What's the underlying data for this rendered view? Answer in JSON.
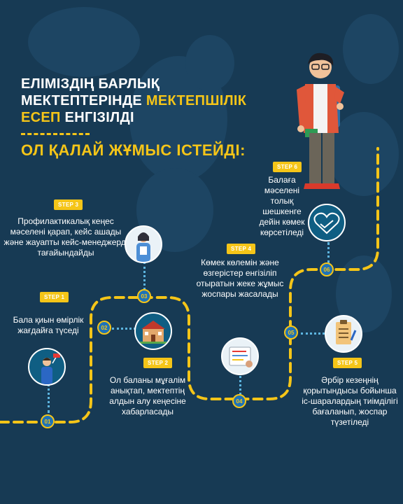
{
  "title": {
    "line1": "ЕЛІМІЗДІҢ  БАРЛЫҚ",
    "line2_white": "МЕКТЕПТЕРІНДЕ ",
    "line2_yellow": "МЕКТЕПШІЛІК",
    "line3_yellow": "ЕСЕП",
    "line3_white": " ЕНГІЗІЛДІ"
  },
  "subtitle": "ОЛ ҚАЛАЙ ЖҰМЫС ІСТЕЙДІ:",
  "steps": [
    {
      "badge": "STEP 1",
      "node": "01",
      "text": "Бала қиын өмірлік жағдайға түседі",
      "icon": "student-flag-icon"
    },
    {
      "badge": "STEP 2",
      "node": "02",
      "text": "Ол баланы мұғалім анықтап, мектептің алдын алу кеңесіне хабарласады",
      "icon": "school-building-icon"
    },
    {
      "badge": "STEP 3",
      "node": "03",
      "text": "Профилактикалық кеңес мәселені қарап, кейс ашады және жауапты кейс-менеджерді тағайындайды",
      "icon": "case-manager-icon"
    },
    {
      "badge": "STEP 4",
      "node": "04",
      "text": "Көмек көлемін және өзгерістер енгізіліп отыратын жеке жұмыс жоспары жасалады",
      "icon": "work-plan-icon"
    },
    {
      "badge": "STEP 5",
      "node": "05",
      "text": "Әрбір кезеңнің қорытындысы бойынша іс-шаралардың тиімділігі бағаланып, жоспар түзетіледі",
      "icon": "checklist-icon"
    },
    {
      "badge": "STEP 6",
      "node": "06",
      "text": "Балаға мәселені толық шешкенге дейін көмек көрсетіледі",
      "icon": "heart-handshake-icon"
    }
  ],
  "colors": {
    "background": "#173a54",
    "accent": "#f5c518",
    "node": "#1f73b7",
    "dots": "#5db5e0"
  }
}
